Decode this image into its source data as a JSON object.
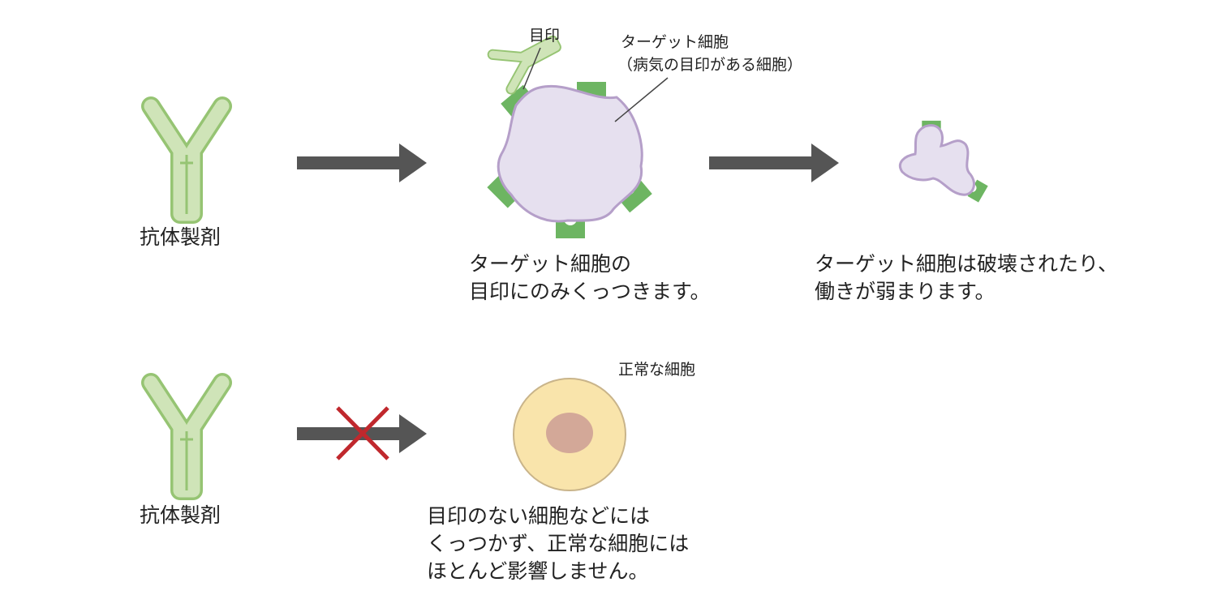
{
  "colors": {
    "antibody_fill": "#cfe4b8",
    "antibody_stroke": "#96c473",
    "marker": "#6db562",
    "target_cell_fill": "#e6e0ef",
    "target_cell_stroke": "#b59fc9",
    "arrow": "#555555",
    "cross": "#c0282d",
    "normal_cell_fill": "#f9e4ab",
    "normal_cell_stroke": "#c9b48a",
    "nucleus": "#d3a898",
    "leader_line": "#444444"
  },
  "icons": {
    "antibody": "antibody-y-icon",
    "arrow": "arrow-right-icon",
    "cross": "cross-x-icon"
  },
  "top_row": {
    "antibody_label": "抗体製剤",
    "marker_label": "目印",
    "target_cell_label_line1": "ターゲット細胞",
    "target_cell_label_line2": "（病気の目印がある細胞）",
    "binding_caption_lines": [
      "ターゲット細胞の",
      "目印にのみくっつきます。"
    ],
    "result_caption_lines": [
      "ターゲット細胞は破壊されたり、",
      "働きが弱まります。"
    ]
  },
  "bottom_row": {
    "antibody_label": "抗体製剤",
    "normal_cell_label": "正常な細胞",
    "caption_lines": [
      "目印のない細胞などには",
      "くっつかず、正常な細胞には",
      "ほとんど影響しません。"
    ]
  }
}
